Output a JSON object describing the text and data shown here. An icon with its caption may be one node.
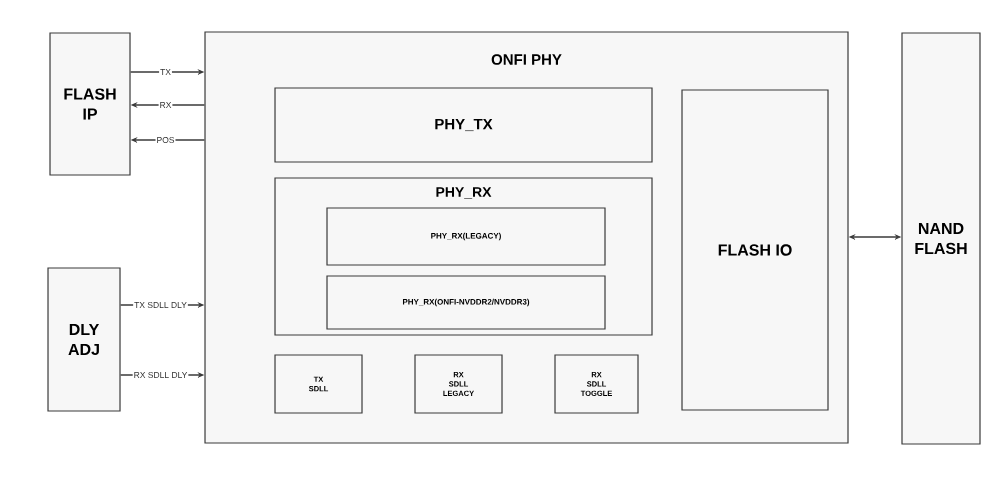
{
  "diagram": {
    "nodes": [
      {
        "text": [
          "FLASH IP"
        ]
      },
      {
        "text": [
          "DLY ADJ"
        ]
      },
      {
        "text": [
          "ONFI PHY"
        ]
      },
      {
        "text": [
          "PHY_TX"
        ],
        "in": 2
      },
      {
        "text": [
          "PHY_RX"
        ],
        "in": 2
      },
      {
        "text": [
          "PHY_RX(LEGACY)"
        ],
        "in": 4
      },
      {
        "text": [
          "PHY_RX(ONFI-NVDDR2/NVDDR3)"
        ],
        "in": 4
      },
      {
        "text": [
          "TX SDLL"
        ],
        "in": 2
      },
      {
        "text": [
          "RX SDLL LEGACY"
        ],
        "in": 2
      },
      {
        "text": [
          "RX SDLL TOGGLE"
        ],
        "in": 2
      },
      {
        "text": [
          "FLASH IO"
        ],
        "in": 2
      },
      {
        "text": [
          "NAND FLASH"
        ]
      }
    ],
    "edges": [
      {
        "from": 0,
        "to": 2,
        "arrow": "to",
        "label": "TX"
      },
      {
        "from": 2,
        "to": 0,
        "arrow": "to",
        "label": "RX"
      },
      {
        "from": 2,
        "to": 0,
        "arrow": "to",
        "label": "POS"
      },
      {
        "from": 1,
        "to": 2,
        "arrow": "to",
        "label": "TX SDLL DLY"
      },
      {
        "from": 1,
        "to": 2,
        "arrow": "to",
        "label": "RX SDLL DLY"
      },
      {
        "from": 2,
        "to": 11,
        "arrow": "both"
      }
    ]
  }
}
